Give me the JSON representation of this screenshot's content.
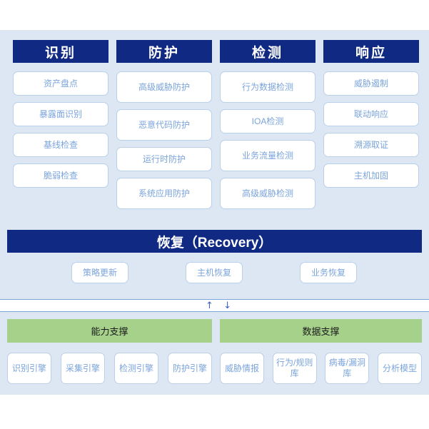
{
  "theme": {
    "page_background": "#ffffff",
    "panel_background": "#dde7f4",
    "header_navy": "#102a83",
    "support_green": "#a6d18a",
    "chip_border": "#b9d0ea",
    "chip_text": "#7ba4db",
    "divider_line": "#7ba7d9",
    "arrow_color": "#3b62c4"
  },
  "columns": [
    {
      "header": "识别",
      "items": [
        {
          "label": "资产盘点",
          "lines": 1
        },
        {
          "label": "暴露面识别",
          "lines": 1
        },
        {
          "label": "基线检查",
          "lines": 1
        },
        {
          "label": "脆弱检查",
          "lines": 1
        }
      ]
    },
    {
      "header": "防护",
      "items": [
        {
          "label": "高级威胁防护",
          "lines": 2
        },
        {
          "label": "恶意代码防护",
          "lines": 2
        },
        {
          "label": "运行时防护",
          "lines": 1
        },
        {
          "label": "系统应用防护",
          "lines": 2
        }
      ]
    },
    {
      "header": "检测",
      "items": [
        {
          "label": "行为数据检测",
          "lines": 2
        },
        {
          "label": "IOA检测",
          "lines": 1
        },
        {
          "label": "业务流量检测",
          "lines": 2
        },
        {
          "label": "高级威胁检测",
          "lines": 2
        }
      ]
    },
    {
      "header": "响应",
      "items": [
        {
          "label": "威胁遏制",
          "lines": 1
        },
        {
          "label": "联动响应",
          "lines": 1
        },
        {
          "label": "溯源取证",
          "lines": 1
        },
        {
          "label": "主机加固",
          "lines": 1
        }
      ]
    }
  ],
  "recovery": {
    "header": "恢复（Recovery）",
    "items": [
      "策略更新",
      "主机恢复",
      "业务恢复"
    ]
  },
  "divider": {
    "arrow_up": "↑",
    "arrow_down": "↓"
  },
  "support": {
    "capability": {
      "header": "能力支撑",
      "items": [
        "识别引擎",
        "采集引擎",
        "检测引擎",
        "防护引擎"
      ]
    },
    "data": {
      "header": "数据支撑",
      "items": [
        "威胁情报",
        "行为/规则库",
        "病毒/漏洞库",
        "分析模型"
      ]
    }
  }
}
